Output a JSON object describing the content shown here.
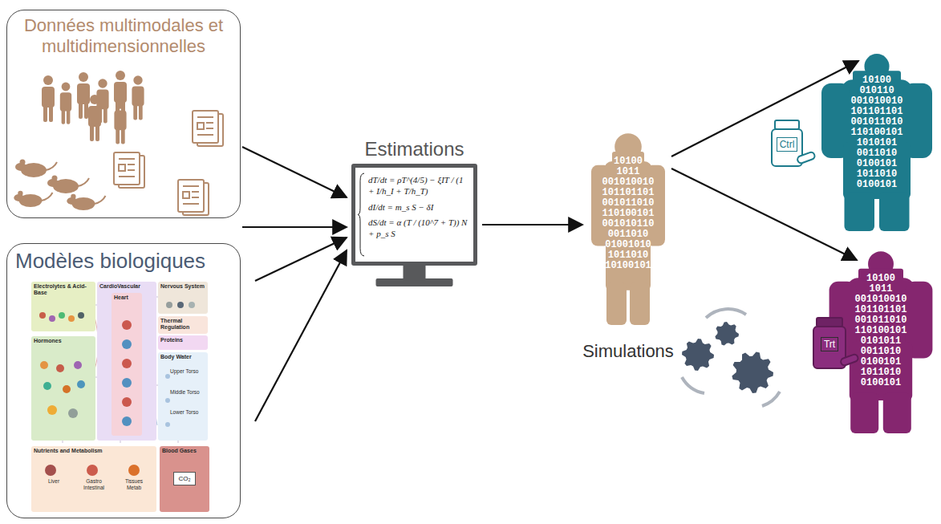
{
  "diagram": {
    "nodes": [
      {
        "text": [
          "Données multimodales et multidimensionnelles"
        ]
      },
      {
        "text": [
          "Modèles biologiques"
        ]
      },
      {
        "text": [
          "Electrolytes & Acid-Base"
        ],
        "in": 1
      },
      {
        "text": [
          "CardioVascular"
        ],
        "in": 1
      },
      {
        "text": [
          "Heart"
        ],
        "in": 3
      },
      {
        "text": [
          "Nervous System"
        ],
        "in": 1
      },
      {
        "text": [
          "Thermal Regulation"
        ],
        "in": 1
      },
      {
        "text": [
          "Proteins"
        ],
        "in": 1
      },
      {
        "text": [
          "Body Water",
          "Upper Torso",
          "Middle Torso",
          "Lower Torso"
        ],
        "in": 1
      },
      {
        "text": [
          "Hormones"
        ],
        "in": 1
      },
      {
        "text": [
          "Nutrients and Metabolism",
          "Liver",
          "Gastro Intestinal",
          "Tissues Metab"
        ],
        "in": 1
      },
      {
        "text": [
          "Blood Gases",
          "CO₂"
        ],
        "in": 1
      },
      {
        "text": [
          "Estimations",
          "dT/dt = ρT^(4/5) − ξIT / (1 + I/h_I + T/h_T)",
          "dI/dt = m_s S − δI",
          "dS/dt = α (T / (10^7 + T)) N + p_s S"
        ]
      },
      {
        "text": [
          "10100 1011 001010010 101101101 001011010 110100101 001010110 0011010 01001010 1011010 10100101",
          "Simulations"
        ]
      },
      {
        "text": [
          "10100 010110 001010010 101101101 001011010 110100101 1010101 0011010 0100101 1011010 0100101"
        ]
      },
      {
        "text": [
          "10100 1011 001010010 101101101 001011010 110100101 0101011 0011010 0100101 1011010 0100101"
        ]
      },
      {
        "text": [
          "Ctrl"
        ]
      },
      {
        "text": [
          "Trt"
        ]
      }
    ],
    "edges": [
      {
        "from": 0,
        "to": 12,
        "arrow": "to"
      },
      {
        "from": 1,
        "to": 12,
        "arrow": "to"
      },
      {
        "from": 1,
        "to": 12,
        "arrow": "to"
      },
      {
        "from": 1,
        "to": 12,
        "arrow": "to"
      },
      {
        "from": 12,
        "to": 13,
        "arrow": "to"
      },
      {
        "from": 13,
        "to": 14,
        "arrow": "to"
      },
      {
        "from": 13,
        "to": 15,
        "arrow": "to"
      }
    ]
  }
}
